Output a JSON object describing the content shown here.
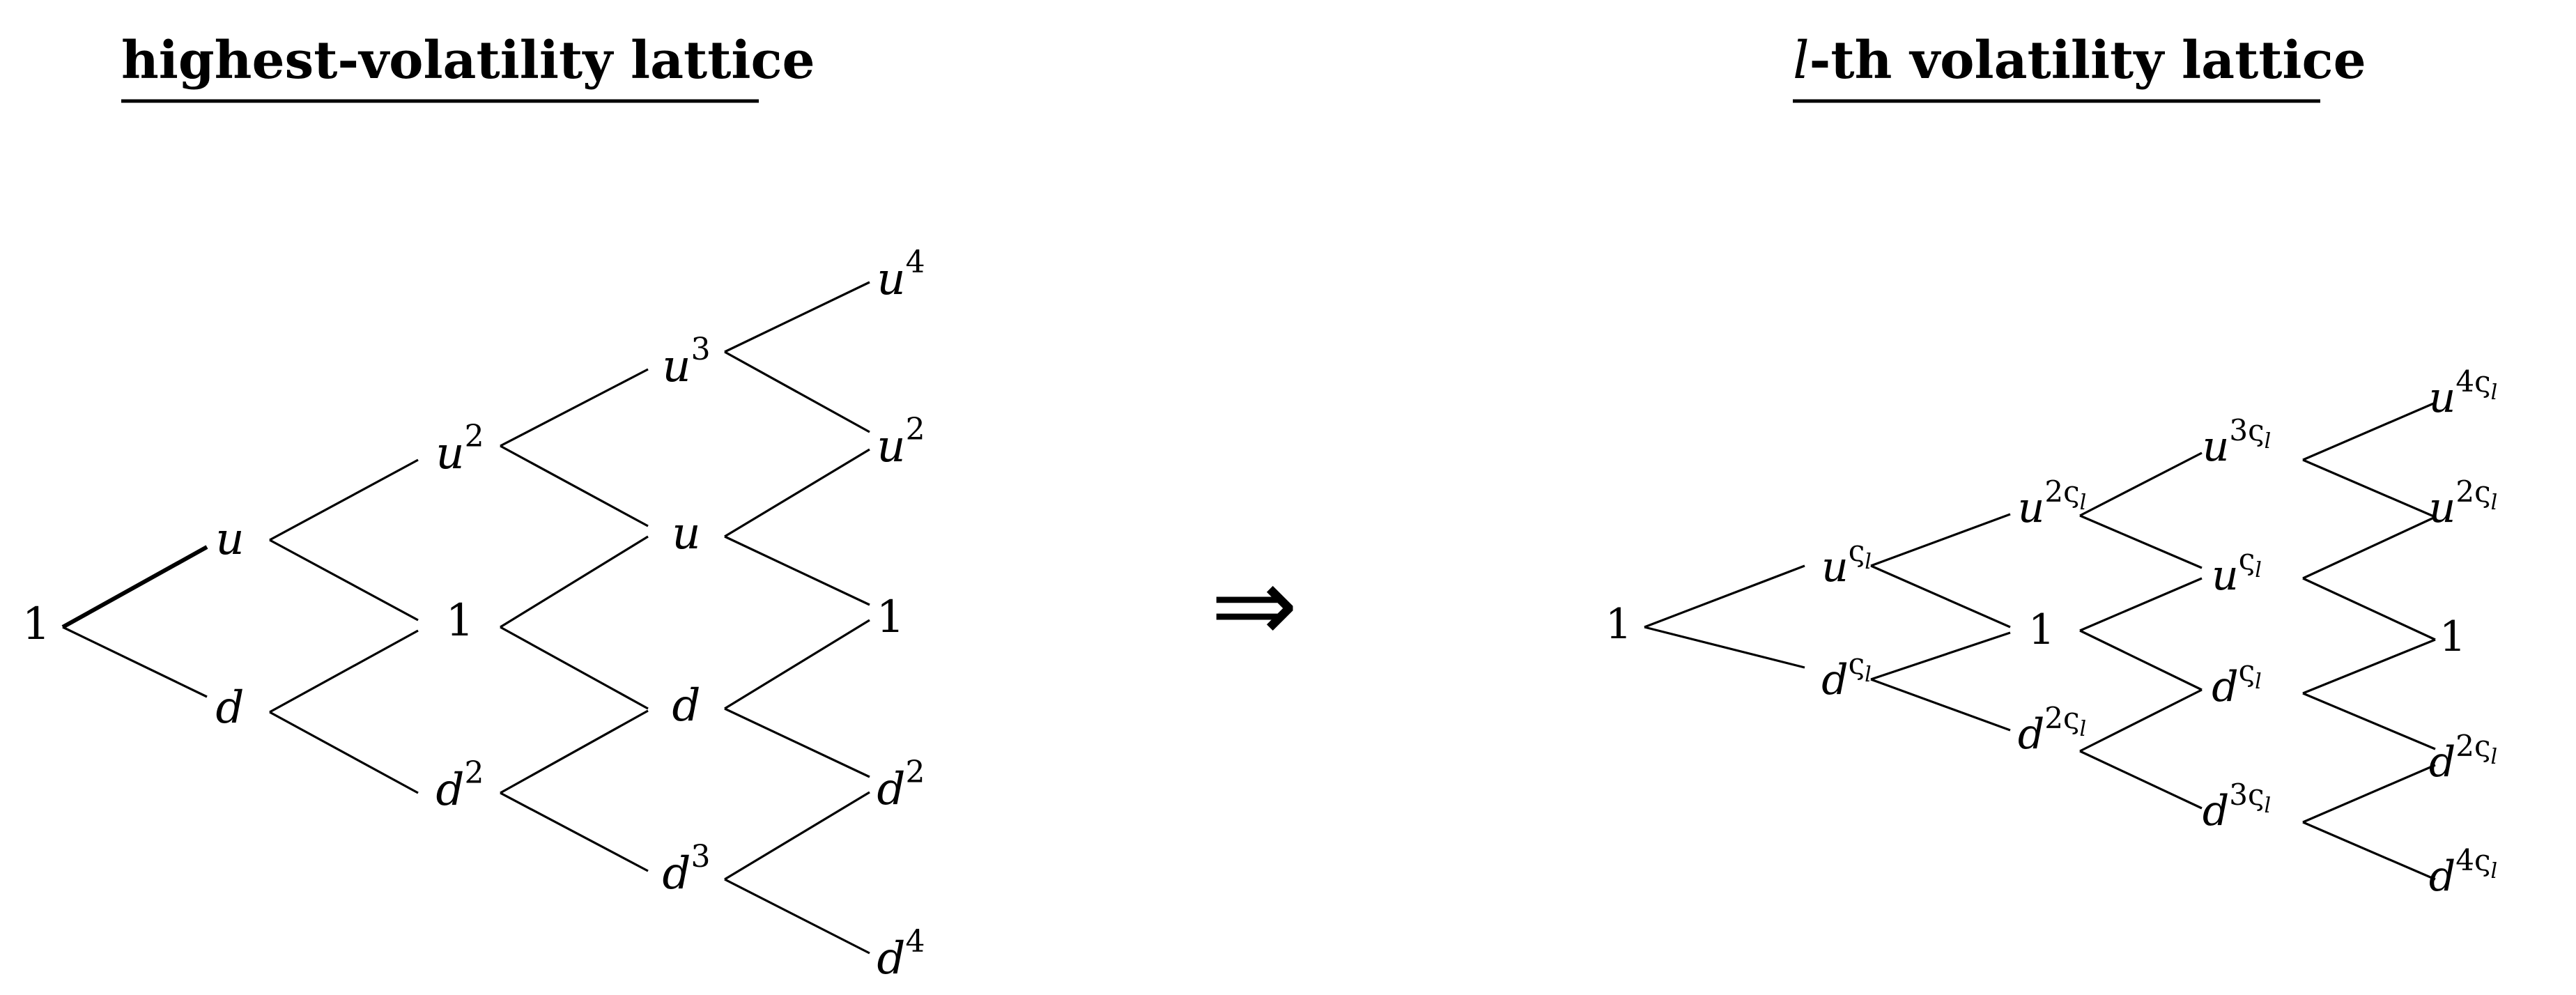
{
  "left_panel": {
    "title": "highest-volatility lattice",
    "nodes": [
      {
        "id": "L0",
        "base": "1",
        "sup": ""
      },
      {
        "id": "L1u",
        "base": "u",
        "sup": ""
      },
      {
        "id": "L1d",
        "base": "d",
        "sup": ""
      },
      {
        "id": "L2u2",
        "base": "u",
        "sup": "2"
      },
      {
        "id": "L2one",
        "base": "1",
        "sup": ""
      },
      {
        "id": "L2d2",
        "base": "d",
        "sup": "2"
      },
      {
        "id": "L3u3",
        "base": "u",
        "sup": "3"
      },
      {
        "id": "L3u",
        "base": "u",
        "sup": ""
      },
      {
        "id": "L3d",
        "base": "d",
        "sup": ""
      },
      {
        "id": "L3d3",
        "base": "d",
        "sup": "3"
      },
      {
        "id": "L4u4",
        "base": "u",
        "sup": "4"
      },
      {
        "id": "L4u2",
        "base": "u",
        "sup": "2"
      },
      {
        "id": "L4one",
        "base": "1",
        "sup": ""
      },
      {
        "id": "L4d2",
        "base": "d",
        "sup": "2"
      },
      {
        "id": "L4d4",
        "base": "d",
        "sup": "4"
      }
    ]
  },
  "arrow": {
    "symbol": "⇒"
  },
  "right_panel": {
    "title_var": "l",
    "title_rest": "-th volatility lattice",
    "nodes": [
      {
        "id": "R0",
        "base": "1",
        "sup": "",
        "sub": ""
      },
      {
        "id": "R1u",
        "base": "u",
        "sup": "ς",
        "sub": "l"
      },
      {
        "id": "R1d",
        "base": "d",
        "sup": "ς",
        "sub": "l"
      },
      {
        "id": "R2u2",
        "base": "u",
        "sup": "2ς",
        "sub": "l"
      },
      {
        "id": "R2one",
        "base": "1",
        "sup": "",
        "sub": ""
      },
      {
        "id": "R2d2",
        "base": "d",
        "sup": "2ς",
        "sub": "l"
      },
      {
        "id": "R3u3",
        "base": "u",
        "sup": "3ς",
        "sub": "l"
      },
      {
        "id": "R3u",
        "base": "u",
        "sup": "ς",
        "sub": "l"
      },
      {
        "id": "R3d",
        "base": "d",
        "sup": "ς",
        "sub": "l"
      },
      {
        "id": "R3d3",
        "base": "d",
        "sup": "3ς",
        "sub": "l"
      },
      {
        "id": "R4u4",
        "base": "u",
        "sup": "4ς",
        "sub": "l"
      },
      {
        "id": "R4u2",
        "base": "u",
        "sup": "2ς",
        "sub": "l"
      },
      {
        "id": "R4one",
        "base": "1",
        "sup": "",
        "sub": ""
      },
      {
        "id": "R4d2",
        "base": "d",
        "sup": "2ς",
        "sub": "l"
      },
      {
        "id": "R4d4",
        "base": "d",
        "sup": "4ς",
        "sub": "l"
      }
    ]
  }
}
